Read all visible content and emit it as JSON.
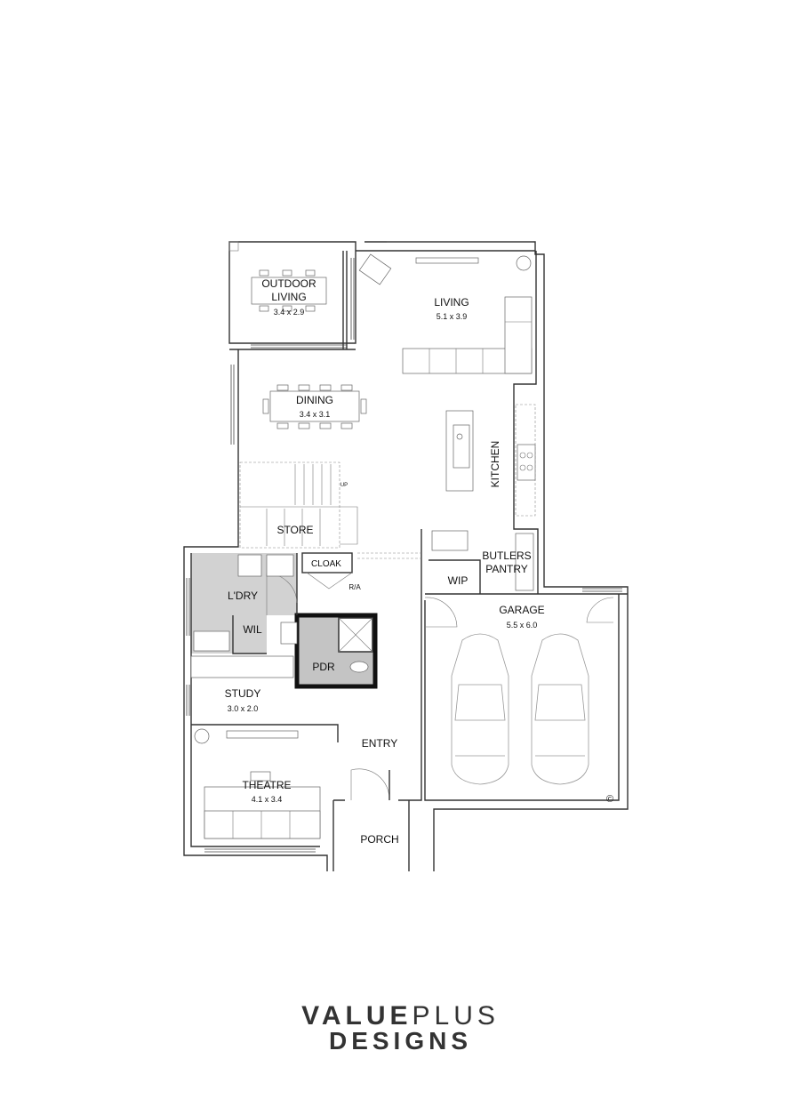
{
  "rooms": {
    "outdoor_living": {
      "line1": "OUTDOOR",
      "line2": "LIVING",
      "size": "3.4 x 2.9"
    },
    "living": {
      "name": "LIVING",
      "size": "5.1 x 3.9"
    },
    "dining": {
      "name": "DINING",
      "size": "3.4 x 3.1"
    },
    "kitchen": {
      "name": "KITCHEN"
    },
    "store": {
      "name": "STORE"
    },
    "up_marker": "UP",
    "cloak": {
      "name": "CLOAK"
    },
    "ra": "R/A",
    "butlers_pantry": {
      "line1": "BUTLERS",
      "line2": "PANTRY"
    },
    "wip": {
      "name": "WIP"
    },
    "laundry": {
      "name": "L'DRY"
    },
    "wil": {
      "name": "WIL"
    },
    "pdr": {
      "name": "PDR"
    },
    "garage": {
      "name": "GARAGE",
      "size": "5.5 x 6.0"
    },
    "study": {
      "name": "STUDY",
      "size": "3.0 x 2.0"
    },
    "entry": {
      "name": "ENTRY"
    },
    "theatre": {
      "name": "THEATRE",
      "size": "4.1 x 3.4"
    },
    "porch": {
      "name": "PORCH"
    }
  },
  "copyright_symbol": "©",
  "brand": {
    "word1": "VALUE",
    "word2": "PLUS",
    "line2": "DESIGNS"
  }
}
